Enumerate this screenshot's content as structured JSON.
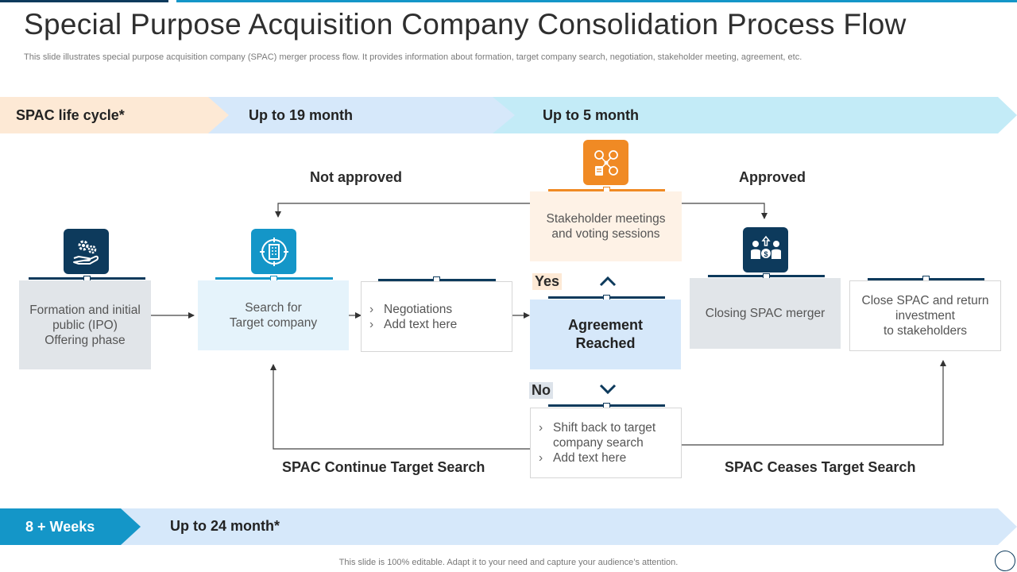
{
  "slide": {
    "title": "Special Purpose Acquisition Company Consolidation Process Flow",
    "subtitle": "This slide illustrates special purpose acquisition company (SPAC) merger process flow. It provides information about formation, target company search, negotiation, stakeholder meeting, agreement, etc.",
    "footer": "This slide is 100% editable. Adapt it to your need and capture your audience’s attention."
  },
  "timeline_top": {
    "stage1": "SPAC life cycle*",
    "stage2": "Up to 19 month",
    "stage3": "Up to 5 month"
  },
  "timeline_bottom": {
    "stage1": "8 + Weeks",
    "stage2": "Up to 24 month*"
  },
  "flow": {
    "formation": "Formation and initial\npublic (IPO)\nOffering phase",
    "search": "Search for\nTarget company",
    "negotiation_bullets": [
      "Negotiations",
      "Add text here"
    ],
    "stakeholder": "Stakeholder meetings\nand voting sessions",
    "agreement": "Agreement\nReached",
    "closing": "Closing SPAC merger",
    "close_return": "Close SPAC and return\ninvestment\nto stakeholders",
    "shift_bullets": [
      "Shift back to target\ncompany search",
      "Add text here"
    ]
  },
  "labels": {
    "not_approved": "Not approved",
    "approved": "Approved",
    "yes": "Yes",
    "no": "No",
    "continue_search": "SPAC Continue Target Search",
    "cease_search": "SPAC Ceases Target Search"
  },
  "icons": {
    "formation": "hand-gears-icon",
    "search": "target-building-icon",
    "stakeholder": "network-people-icon",
    "closing": "people-money-icon",
    "yes": "chevron-up-icon",
    "no": "chevron-down-icon"
  },
  "colors": {
    "dark_navy": "#0d3a5c",
    "teal": "#1496c8",
    "orange": "#f08a24",
    "peach": "#fde9d5",
    "light_blue": "#d6e8fa",
    "cyan_band": "#c3ebf7",
    "grey_box": "#e1e5e9"
  }
}
